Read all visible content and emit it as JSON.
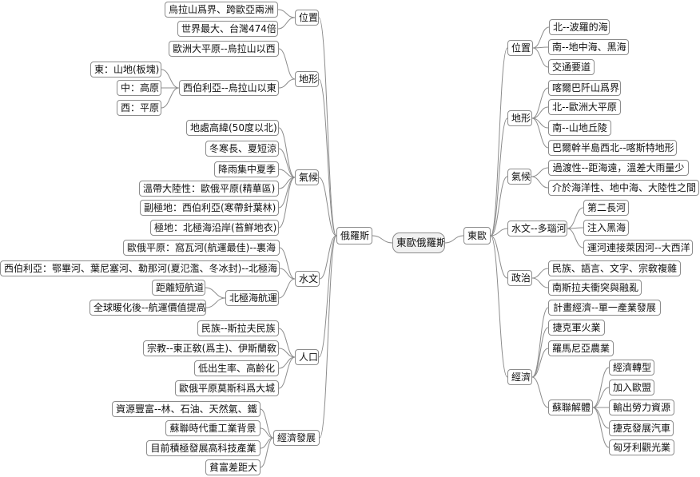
{
  "root": {
    "id": "root",
    "label": "東歐俄羅斯"
  },
  "left": {
    "id": "ru",
    "label": "俄羅斯",
    "children": [
      {
        "id": "ru_loc",
        "label": "位置",
        "children": [
          {
            "id": "ru_loc_1",
            "label": "烏拉山爲界、跨歐亞兩洲"
          },
          {
            "id": "ru_loc_2",
            "label": "世界最大、台灣474倍"
          }
        ]
      },
      {
        "id": "ru_ter",
        "label": "地形",
        "children": [
          {
            "id": "ru_ter_1",
            "label": "歐洲大平原--烏拉山以西"
          },
          {
            "id": "ru_ter_2",
            "label": "西伯利亞--烏拉山以東",
            "children": [
              {
                "id": "ru_ter_2a",
                "label": "東：山地(板塊)"
              },
              {
                "id": "ru_ter_2b",
                "label": "中：高原"
              },
              {
                "id": "ru_ter_2c",
                "label": "西：平原"
              }
            ]
          }
        ]
      },
      {
        "id": "ru_cli",
        "label": "氣候",
        "children": [
          {
            "id": "ru_cli_1",
            "label": "地處高緯(50度以北)"
          },
          {
            "id": "ru_cli_2",
            "label": "冬寒長、夏短涼"
          },
          {
            "id": "ru_cli_3",
            "label": "降雨集中夏季"
          },
          {
            "id": "ru_cli_4",
            "label": "溫帶大陸性：歐俄平原(精華區)"
          },
          {
            "id": "ru_cli_5",
            "label": "副極地：西伯利亞(寒帶針葉林)"
          },
          {
            "id": "ru_cli_6",
            "label": "極地：北極海沿岸(苔鮮地衣)"
          }
        ]
      },
      {
        "id": "ru_hyd",
        "label": "水文",
        "children": [
          {
            "id": "ru_hyd_1",
            "label": "歐俄平原：窩瓦河(航運最佳)--裏海"
          },
          {
            "id": "ru_hyd_2",
            "label": "西伯利亞：鄂畢河、葉尼塞河、勒那河(夏氾濫、冬冰封)--北極海"
          },
          {
            "id": "ru_hyd_3",
            "label": "北極海航運",
            "children": [
              {
                "id": "ru_hyd_3a",
                "label": "距離短航道"
              },
              {
                "id": "ru_hyd_3b",
                "label": "全球暖化後--航運價值提高"
              }
            ]
          }
        ]
      },
      {
        "id": "ru_pop",
        "label": "人口",
        "children": [
          {
            "id": "ru_pop_1",
            "label": "民族--斯拉夫民族"
          },
          {
            "id": "ru_pop_2",
            "label": "宗教--東正敎(爲主)、伊斯蘭敎"
          },
          {
            "id": "ru_pop_3",
            "label": "低出生率、高齡化"
          },
          {
            "id": "ru_pop_4",
            "label": "歐俄平原莫斯科爲大城"
          }
        ]
      },
      {
        "id": "ru_eco",
        "label": "經濟發展",
        "children": [
          {
            "id": "ru_eco_1",
            "label": "資源豐富--林、石油、天然氣、鐵"
          },
          {
            "id": "ru_eco_2",
            "label": "蘇聯時代重工業背景"
          },
          {
            "id": "ru_eco_3",
            "label": "目前積極發展高科技產業"
          },
          {
            "id": "ru_eco_4",
            "label": "貧富差距大"
          }
        ]
      }
    ]
  },
  "right": {
    "id": "ee",
    "label": "東歐",
    "children": [
      {
        "id": "ee_loc",
        "label": "位置",
        "children": [
          {
            "id": "ee_loc_1",
            "label": "北--波羅的海"
          },
          {
            "id": "ee_loc_2",
            "label": "南--地中海、黑海"
          },
          {
            "id": "ee_loc_3",
            "label": "交通要道"
          }
        ]
      },
      {
        "id": "ee_ter",
        "label": "地形",
        "children": [
          {
            "id": "ee_ter_1",
            "label": "喀爾巴阡山爲界"
          },
          {
            "id": "ee_ter_2",
            "label": "北--歐洲大平原"
          },
          {
            "id": "ee_ter_3",
            "label": "南--山地丘陵"
          },
          {
            "id": "ee_ter_4",
            "label": "巴爾幹半島西北--喀斯特地形"
          }
        ]
      },
      {
        "id": "ee_cli",
        "label": "氣候",
        "children": [
          {
            "id": "ee_cli_1",
            "label": "過渡性--距海遠，溫差大雨量少"
          },
          {
            "id": "ee_cli_2",
            "label": "介於海洋性、地中海、大陸性之間"
          }
        ]
      },
      {
        "id": "ee_hyd",
        "label": "水文--多瑙河",
        "children": [
          {
            "id": "ee_hyd_1",
            "label": "第二長河"
          },
          {
            "id": "ee_hyd_2",
            "label": "注入黑海"
          },
          {
            "id": "ee_hyd_3",
            "label": "運河連接萊因河--大西洋"
          }
        ]
      },
      {
        "id": "ee_pol",
        "label": "政治",
        "children": [
          {
            "id": "ee_pol_1",
            "label": "民族、語言、文字、宗敎複雜"
          },
          {
            "id": "ee_pol_2",
            "label": "南斯拉夫衝突與融亂"
          }
        ]
      },
      {
        "id": "ee_eco",
        "label": "經濟",
        "children": [
          {
            "id": "ee_eco_1",
            "label": "計畫經濟--單一產業發展"
          },
          {
            "id": "ee_eco_2",
            "label": "捷克軍火業"
          },
          {
            "id": "ee_eco_3",
            "label": "羅馬尼亞農業"
          },
          {
            "id": "ee_eco_4",
            "label": "蘇聯解體",
            "children": [
              {
                "id": "ee_eco_4a",
                "label": "經濟轉型"
              },
              {
                "id": "ee_eco_4b",
                "label": "加入歐盟"
              },
              {
                "id": "ee_eco_4c",
                "label": "輸出勞力資源"
              },
              {
                "id": "ee_eco_4d",
                "label": "捷克發展汽車"
              },
              {
                "id": "ee_eco_4e",
                "label": "匈牙利觀光業"
              }
            ]
          }
        ]
      }
    ]
  }
}
